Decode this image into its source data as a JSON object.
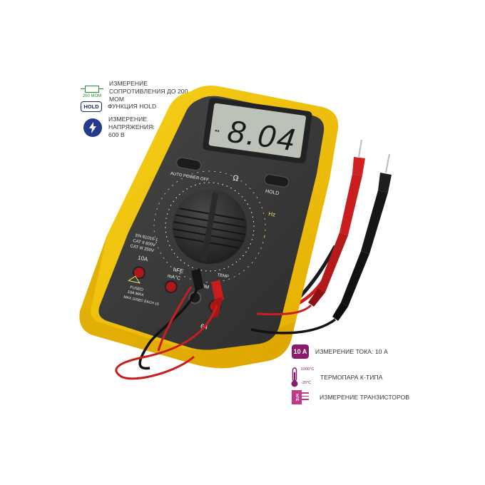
{
  "features_left": [
    {
      "icon": "resistor-icon",
      "icon_label": "200 МОМ",
      "text": "Измерение сопротивления до 200 МОм"
    },
    {
      "icon": "hold-icon",
      "icon_label": "HOLD",
      "text": "Функция HOLD"
    },
    {
      "icon": "lightning-icon",
      "icon_label": "",
      "text": "Измерение напряжения: 600 В"
    }
  ],
  "features_right": [
    {
      "icon": "ampere-icon",
      "icon_label": "10 A",
      "text": "Измерение тока: 10 А"
    },
    {
      "icon": "thermometer-icon",
      "icon_label_top": "1000°C",
      "icon_label_bottom": "-20°C",
      "text": "Термопара К-типа"
    },
    {
      "icon": "transistor-icon",
      "icon_label": "hFE",
      "text": "Измерение транзисторов"
    }
  ],
  "device": {
    "display_reading": "8.04",
    "display_mode": "▪▪",
    "button_left": "AUTO POWER OFF",
    "button_right": "HOLD",
    "label_ohm": "Ω",
    "label_hz": "Hz",
    "label_hfe": "hFE",
    "label_temp": "TEMP",
    "label_10a": "10A",
    "label_fused": "FUSED",
    "label_10a_max": "10A MAX",
    "label_max_note": "MAX 10SEC EACH 15",
    "label_safety": "EN 61010-1",
    "label_cat2": "CAT II 600V",
    "label_cat3": "CAT III 250V",
    "label_ma": "mA°C",
    "label_com": "COM",
    "label_model": "64",
    "colors": {
      "case": "#f2c200",
      "body": "#3a3a3a",
      "lcd": "#b9bfb4",
      "text": "#f0e060",
      "white_text": "#eeeeee"
    }
  }
}
